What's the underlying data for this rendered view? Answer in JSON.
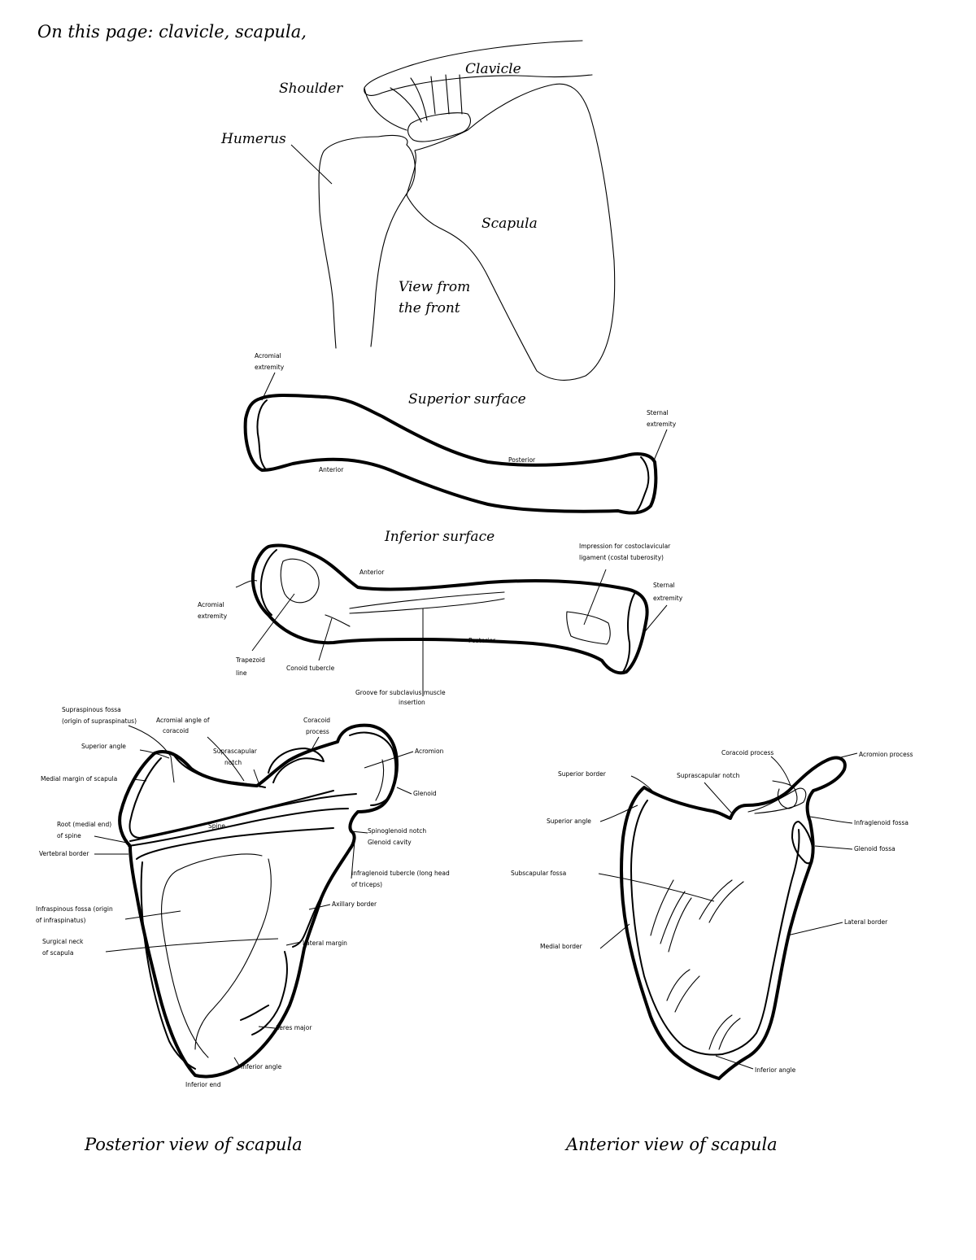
{
  "page_title": "On this page: clavicle, scapula,",
  "shoulder_view": {
    "labels": {
      "clavicle": "Clavicle",
      "shoulder": "Shoulder",
      "humerus": "Humerus",
      "scapula": "Scapula",
      "view_line1": "View from",
      "view_line2": "the front"
    }
  },
  "clavicle_superior": {
    "title": "Superior surface",
    "labels": {
      "acromial_l1": "Acromial",
      "acromial_l2": "extremity",
      "sternal_l1": "Sternal",
      "sternal_l2": "extremity",
      "anterior": "Anterior",
      "posterior": "Posterior"
    }
  },
  "clavicle_inferior": {
    "title": "Inferior surface",
    "labels": {
      "impression_l1": "Impression for costoclavicular",
      "impression_l2": "ligament (costal tuberosity)",
      "anterior": "Anterior",
      "acromial_l1": "Acromial",
      "acromial_l2": "extremity",
      "sternal_l1": "Sternal",
      "sternal_l2": "extremity",
      "trapezoid_l1": "Trapezoid",
      "trapezoid_l2": "line",
      "conoid": "Conoid tubercle",
      "posterior": "Posterior",
      "groove_l1": "Groove for subclavius muscle",
      "groove_l2": "insertion"
    }
  },
  "posterior_scapula": {
    "caption": "Posterior view of scapula",
    "labels": {
      "supraspinous_l1": "Supraspinous fossa",
      "supraspinous_l2": "(origin of supraspinatus)",
      "superior_angle": "Superior angle",
      "medial_margin": "Medial margin of scapula",
      "spine_root_l1": "Root (medial end)",
      "spine_root_l2": "of spine",
      "vertebral_border": "Vertebral border",
      "infraspinous_l1": "Infraspinous fossa (origin",
      "infraspinous_l2": "of infraspinatus)",
      "surgical_l1": "Surgical neck",
      "surgical_l2": "of scapula",
      "acromion_angle_l1": "Acromial angle of",
      "acromion_angle_l2": "coracoid",
      "coracoid_l1": "Coracoid",
      "coracoid_l2": "process",
      "suprascapular_l1": "Suprascapular",
      "suprascapular_l2": "notch",
      "acromion": "Acromion",
      "spine": "Spine",
      "glenoid": "Glenoid",
      "spinoglenoid_l1": "Spinoglenoid notch",
      "spinoglenoid_l2": "Glenoid cavity",
      "infraglenoid_l1": "Infraglenoid tubercle (long head",
      "infraglenoid_l2": "of triceps)",
      "axillary_border": "Axillary border",
      "lateral_margin": "Lateral margin",
      "teres_major": "Teres major",
      "inferior_angle": "Inferior angle",
      "inferior_end": "Inferior end"
    }
  },
  "anterior_scapula": {
    "caption": "Anterior view of scapula",
    "labels": {
      "coracoid_process": "Coracoid process",
      "acromion_process": "Acromion process",
      "superior_border": "Superior border",
      "suprascapular_notch": "Suprascapular notch",
      "superior_angle": "Superior angle",
      "infraglenoid_fossa": "Infraglenoid fossa",
      "glenoid_fossa": "Glenoid fossa",
      "subscapular_fossa": "Subscapular fossa",
      "lateral_border": "Lateral border",
      "medial_border": "Medial border",
      "inferior_angle": "Inferior angle"
    }
  }
}
